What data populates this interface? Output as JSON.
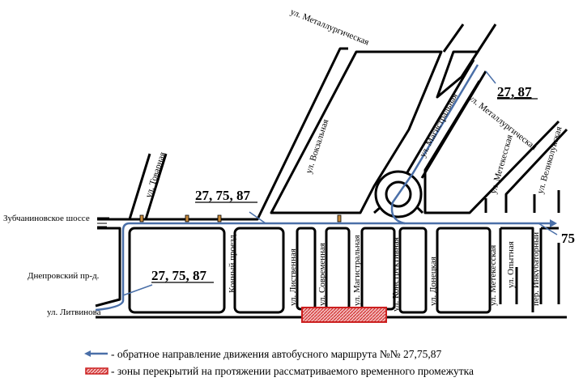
{
  "colors": {
    "route_line": "#4a6fa8",
    "closure_fill": "#e8a0a0",
    "closure_stroke": "#cc1f1f",
    "road_outline": "#000000"
  },
  "streets": {
    "metallurgicheskaya_top": "ул. Металлургическая",
    "metallurgicheskaya_right": "ул. Металлургическая",
    "vokzalnaya": "ул. Вокзальная",
    "magistralnaya_diag": "ул. Магистральная",
    "metekesskaya_top": "ул. Метекесская",
    "velikolukskaya": "ул. Великолукская",
    "tovarnaya": "ул. Товарная",
    "zubchaninovskoe": "Зубчаниновское шоссе",
    "dneprovsky": "Днепровский пр-д.",
    "litvinova": "ул. Литвинова",
    "konny": "Конный проезд",
    "listvennaya": "ул. Лиственная",
    "sovremennaya": "ул. Современная",
    "magistralnaya": "ул. Магистральная",
    "konstruktivnaya": "ул. Конструктивная",
    "donetskaya": "ул. Донецкая",
    "metekesskaya_bottom": "ул. Метекесская",
    "opytnaya": "ул. Опытная",
    "inkubatorny": "пер. Инкубаторный"
  },
  "routes": {
    "top_right": "27, 87",
    "center": "27, 75, 87",
    "left": "27, 75, 87",
    "right": "75"
  },
  "legend": {
    "route_item": "- обратное направление движения  автобусного маршрута №№ 27,75,87",
    "closure_item": "- зоны перекрытий на протяжении рассматриваемого временного промежутка"
  }
}
